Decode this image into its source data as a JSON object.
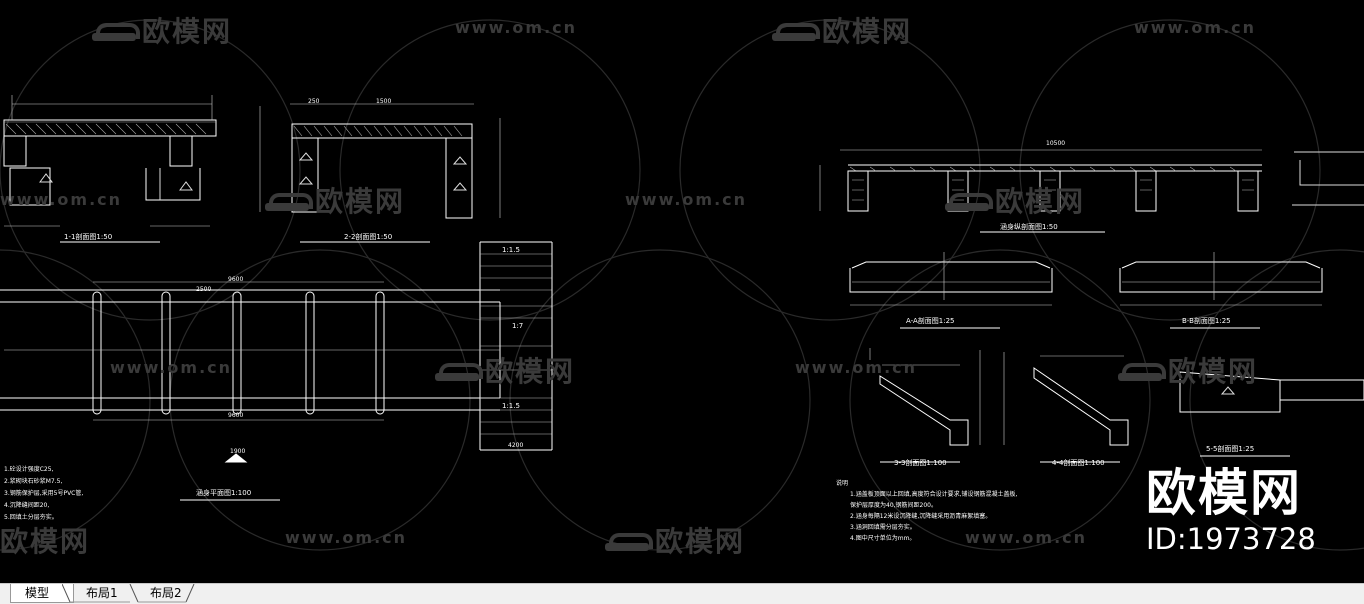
{
  "watermark": {
    "logo_text": "欧模网",
    "url_text": "www.om.cn"
  },
  "brand": {
    "name": "欧模网",
    "id_label": "ID:1973728"
  },
  "tabs": [
    {
      "label": "模型",
      "active": true
    },
    {
      "label": "布局1",
      "active": false
    },
    {
      "label": "布局2",
      "active": false
    }
  ],
  "drawing_titles": {
    "section_1_1": "1-1剖面图1:50",
    "section_2_2": "2-2剖面图1:50",
    "plan": "涵身平面图1:100",
    "side_elevation": "涵身纵剖面图1:50",
    "section_a_a": "A-A剖面图1:25",
    "section_b_b": "B-B剖面图1:25",
    "section_3_3": "3-3剖面图1:100",
    "section_4_4": "4-4剖面图1:100",
    "section_5_5": "5-5剖面图1:25"
  },
  "dimensions": {
    "d250": "250",
    "d1500": "1500",
    "d9600": "9600",
    "d2500": "2500",
    "d1900": "1900",
    "d4200": "4200",
    "d10500": "10500",
    "slope_1_1_5": "1:1.5",
    "slope_1_7": "1:7"
  },
  "notes": {
    "heading": "说明",
    "lines": [
      "1.砼设计强度C25,",
      "2.浆砌块石砂浆M7.5,",
      "3.钢筋保护层,采用5号PVC管,",
      "4.沉降缝间距20,",
      "5.回填土分层夯实。"
    ],
    "right_lines": [
      "1.涵盖板顶面以上回填,高度符合设计要求,铺设钢筋混凝土盖板,",
      "  保护层厚度为40,钢筋间距200。",
      "2.涵身每隔12米设沉降缝,沉降缝采用沥青麻絮填塞。",
      "3.涵洞回填需分层夯实。",
      "4.图中尺寸单位为mm。"
    ]
  }
}
